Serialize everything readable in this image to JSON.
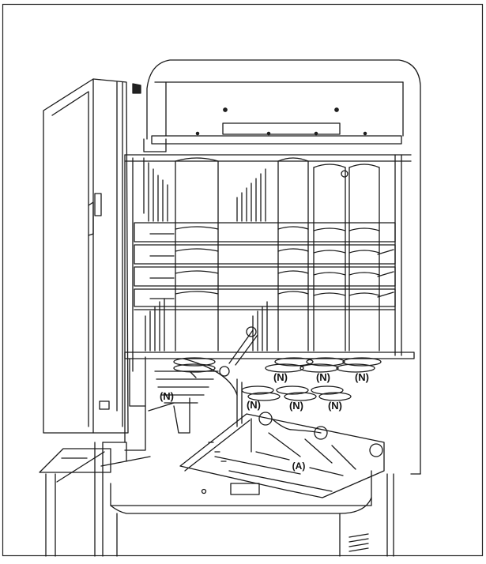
{
  "callouts": {
    "n1": "(N)",
    "n2": "(N)",
    "n3": "(N)",
    "n4": "(N)",
    "n5": "(N)",
    "n6": "(N)",
    "n7": "(N)",
    "a1": "(A)"
  }
}
